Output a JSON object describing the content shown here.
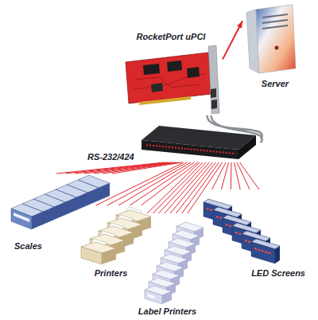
{
  "diagram": {
    "nodes": [
      {
        "text": [
          "RocketPort uPCI"
        ]
      },
      {
        "text": [
          "Server"
        ]
      },
      {
        "text": [
          "RS-232/424"
        ]
      },
      {
        "text": [
          "Scales"
        ]
      },
      {
        "text": [
          "Printers"
        ]
      },
      {
        "text": [
          "Label Printers"
        ]
      },
      {
        "text": [
          "LED Screens"
        ]
      }
    ],
    "edges": [
      {
        "from": 0,
        "to": 1,
        "arrow": "to"
      },
      {
        "from": 0,
        "to": 2,
        "arrow": "none"
      },
      {
        "from": 2,
        "to": 3,
        "arrow": "none"
      },
      {
        "from": 2,
        "to": 4,
        "arrow": "none"
      },
      {
        "from": 2,
        "to": 5,
        "arrow": "none"
      },
      {
        "from": 2,
        "to": 6,
        "arrow": "none"
      }
    ]
  }
}
